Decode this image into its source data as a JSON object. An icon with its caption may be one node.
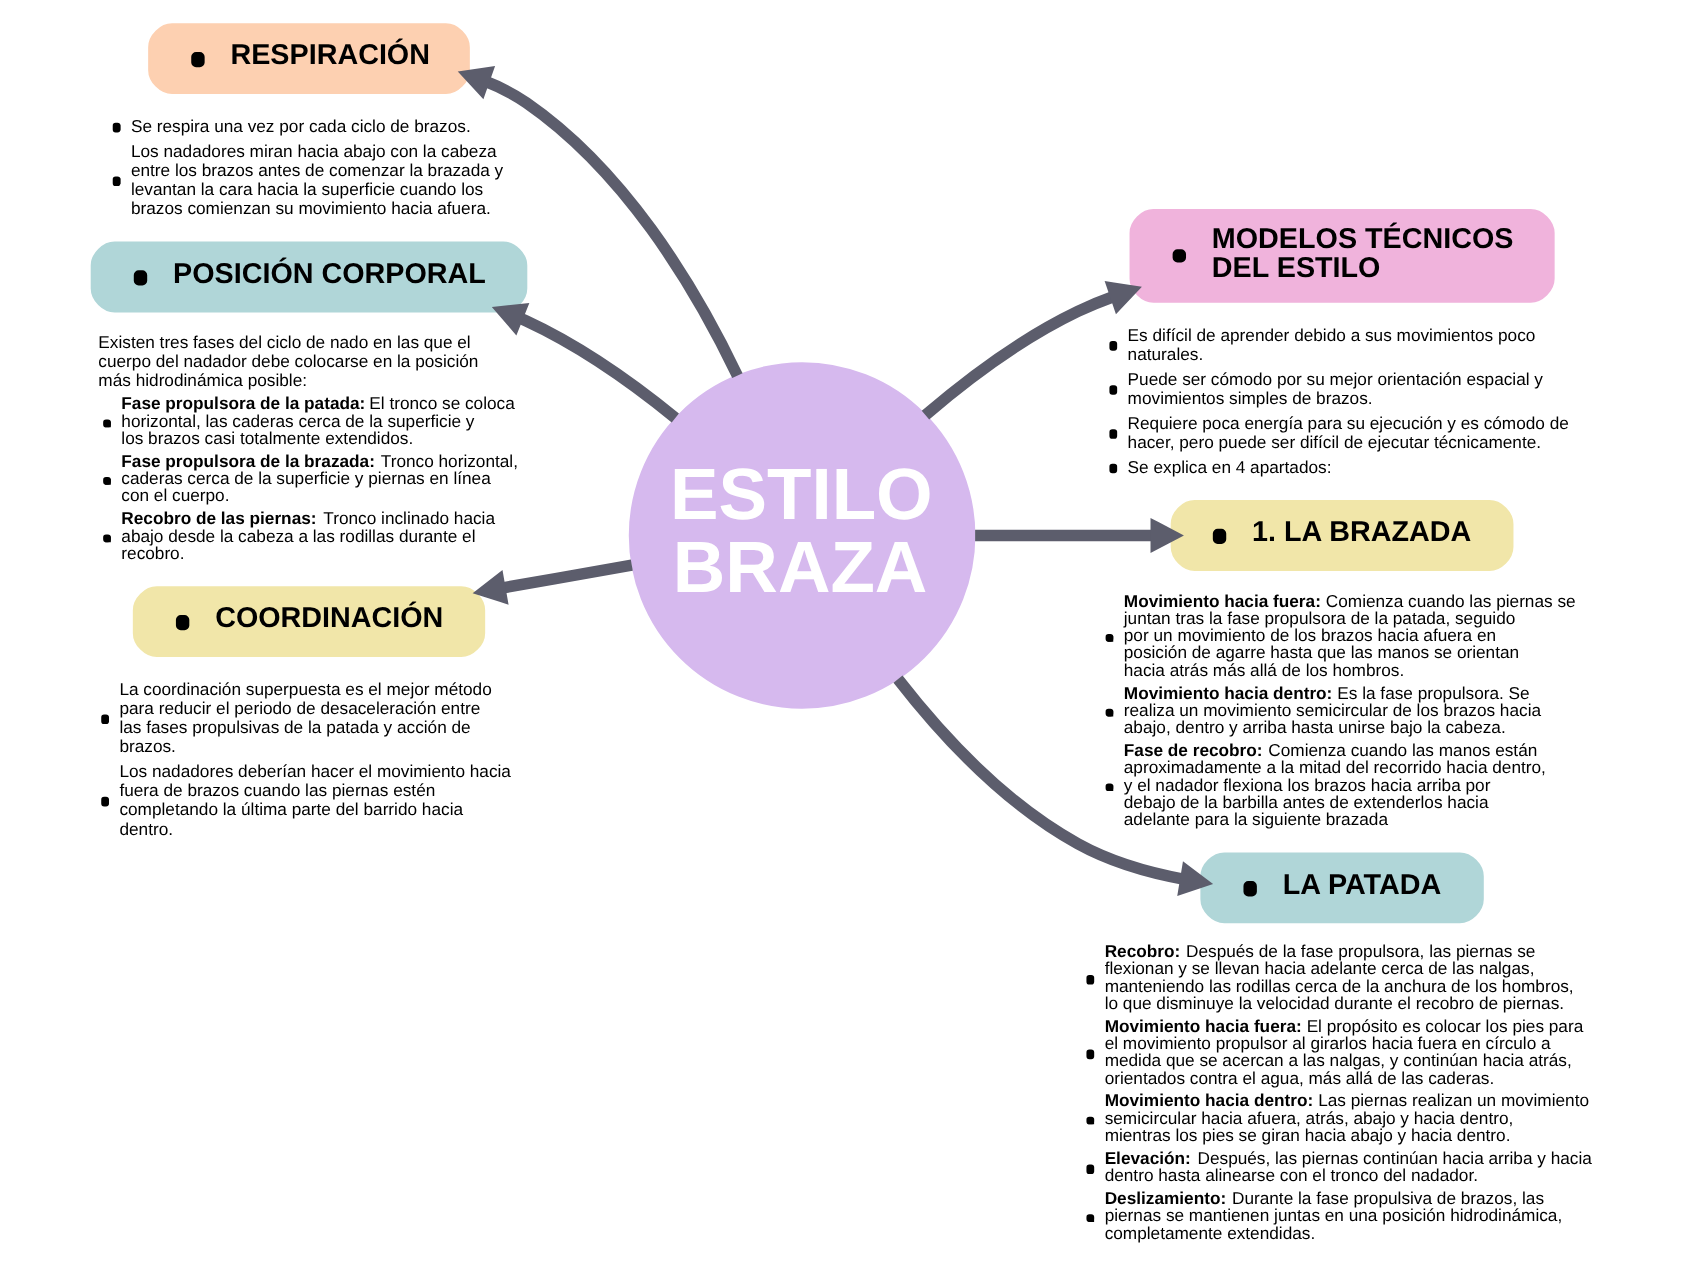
{
  "diagram": {
    "nodes": [
      {
        "text": [
          "ESTILO BRAZA"
        ]
      },
      {
        "text": [
          "RESPIRACIÓN"
        ],
        "beside": [
          "Se respira una vez por cada ciclo de brazos.",
          "Los nadadores miran hacia abajo con la cabeza entre los brazos antes de comenzar la brazada y levantan la cara hacia la superficie cuando los brazos comienzan su movimiento hacia afuera."
        ]
      },
      {
        "text": [
          "MODELOS TÉCNICOS DEL ESTILO"
        ],
        "beside": [
          "Es difícil de aprender debido a sus movimientos poco naturales.",
          "Puede ser cómodo por su mejor orientación espacial y movimientos simples de brazos.",
          "Requiere poca energía para su ejecución y es cómodo de hacer, pero puede ser difícil de ejecutar técnicamente.",
          "Se explica en 4 apartados:"
        ]
      },
      {
        "text": [
          "POSICIÓN CORPORAL"
        ],
        "beside": [
          "Existen tres fases del ciclo de nado en las que el cuerpo del nadador debe colocarse en la posición más hidrodinámica posible:",
          "**Fase propulsora de la patada:** El tronco se coloca horizontal, las caderas cerca de la superficie y los brazos casi totalmente extendidos.",
          "**Fase propulsora de la brazada:** Tronco horizontal, caderas cerca de la superficie y piernas en línea con el cuerpo.",
          "**Recobro de las piernas:** Tronco inclinado hacia abajo desde la cabeza a las rodillas durante el recobro."
        ]
      },
      {
        "text": [
          "1. LA BRAZADA"
        ],
        "beside": [
          "**Movimiento hacia fuera:** Comienza cuando las piernas se juntan tras la fase propulsora de la patada, seguido por un movimiento de los brazos hacia afuera en posición de agarre hasta que las manos se orientan hacia atrás más allá de los hombros.",
          "**Movimiento hacia dentro:** Es la fase propulsora. Se realiza un movimiento semicircular de los brazos hacia abajo, dentro y arriba hasta unirse bajo la cabeza.",
          "**Fase de recobro:** Comienza cuando las manos están aproximadamente a la mitad del recorrido hacia dentro, y el nadador flexiona los brazos hacia arriba por debajo de la barbilla antes de extenderlos hacia adelante para la siguiente brazada"
        ]
      },
      {
        "text": [
          "COORDINACIÓN"
        ],
        "beside": [
          "La coordinación superpuesta es el mejor método para reducir el periodo de desaceleración entre las fases propulsivas de la patada y acción de brazos.",
          "Los nadadores deberían hacer el movimiento hacia fuera de brazos cuando las piernas estén completando la última parte del barrido hacia dentro."
        ]
      },
      {
        "text": [
          "LA PATADA"
        ],
        "beside": [
          "**Recobro:** Después de la fase propulsora, las piernas se flexionan y se llevan hacia adelante cerca de las nalgas, manteniendo las rodillas cerca de la anchura de los hombros, lo que disminuye la velocidad durante el recobro de piernas.",
          "**Movimiento hacia fuera:** El propósito es colocar los pies para el movimiento propulsor al girarlos hacia fuera en círculo a medida que se acercan a las nalgas, y continúan hacia atrás, orientados contra el agua, más allá de las caderas.",
          "**Movimiento hacia dentro:** Las piernas realizan un movimiento semicircular hacia afuera, atrás, abajo y hacia dentro, mientras los pies se giran hacia abajo y hacia dentro.",
          "**Elevación:** Después, las piernas continúan hacia arriba y hacia dentro hasta alinearse con el tronco del nadador.",
          "**Deslizamiento:** Durante la fase propulsiva de brazos, las piernas se mantienen juntas en una posición hidrodinámica, completamente extendidas."
        ]
      }
    ],
    "edges": [
      {
        "from": 0,
        "to": 1,
        "arrow": "to"
      },
      {
        "from": 0,
        "to": 2,
        "arrow": "to"
      },
      {
        "from": 0,
        "to": 3,
        "arrow": "to"
      },
      {
        "from": 0,
        "to": 4,
        "arrow": "to"
      },
      {
        "from": 0,
        "to": 5,
        "arrow": "to"
      },
      {
        "from": 0,
        "to": 6,
        "arrow": "to"
      }
    ]
  }
}
